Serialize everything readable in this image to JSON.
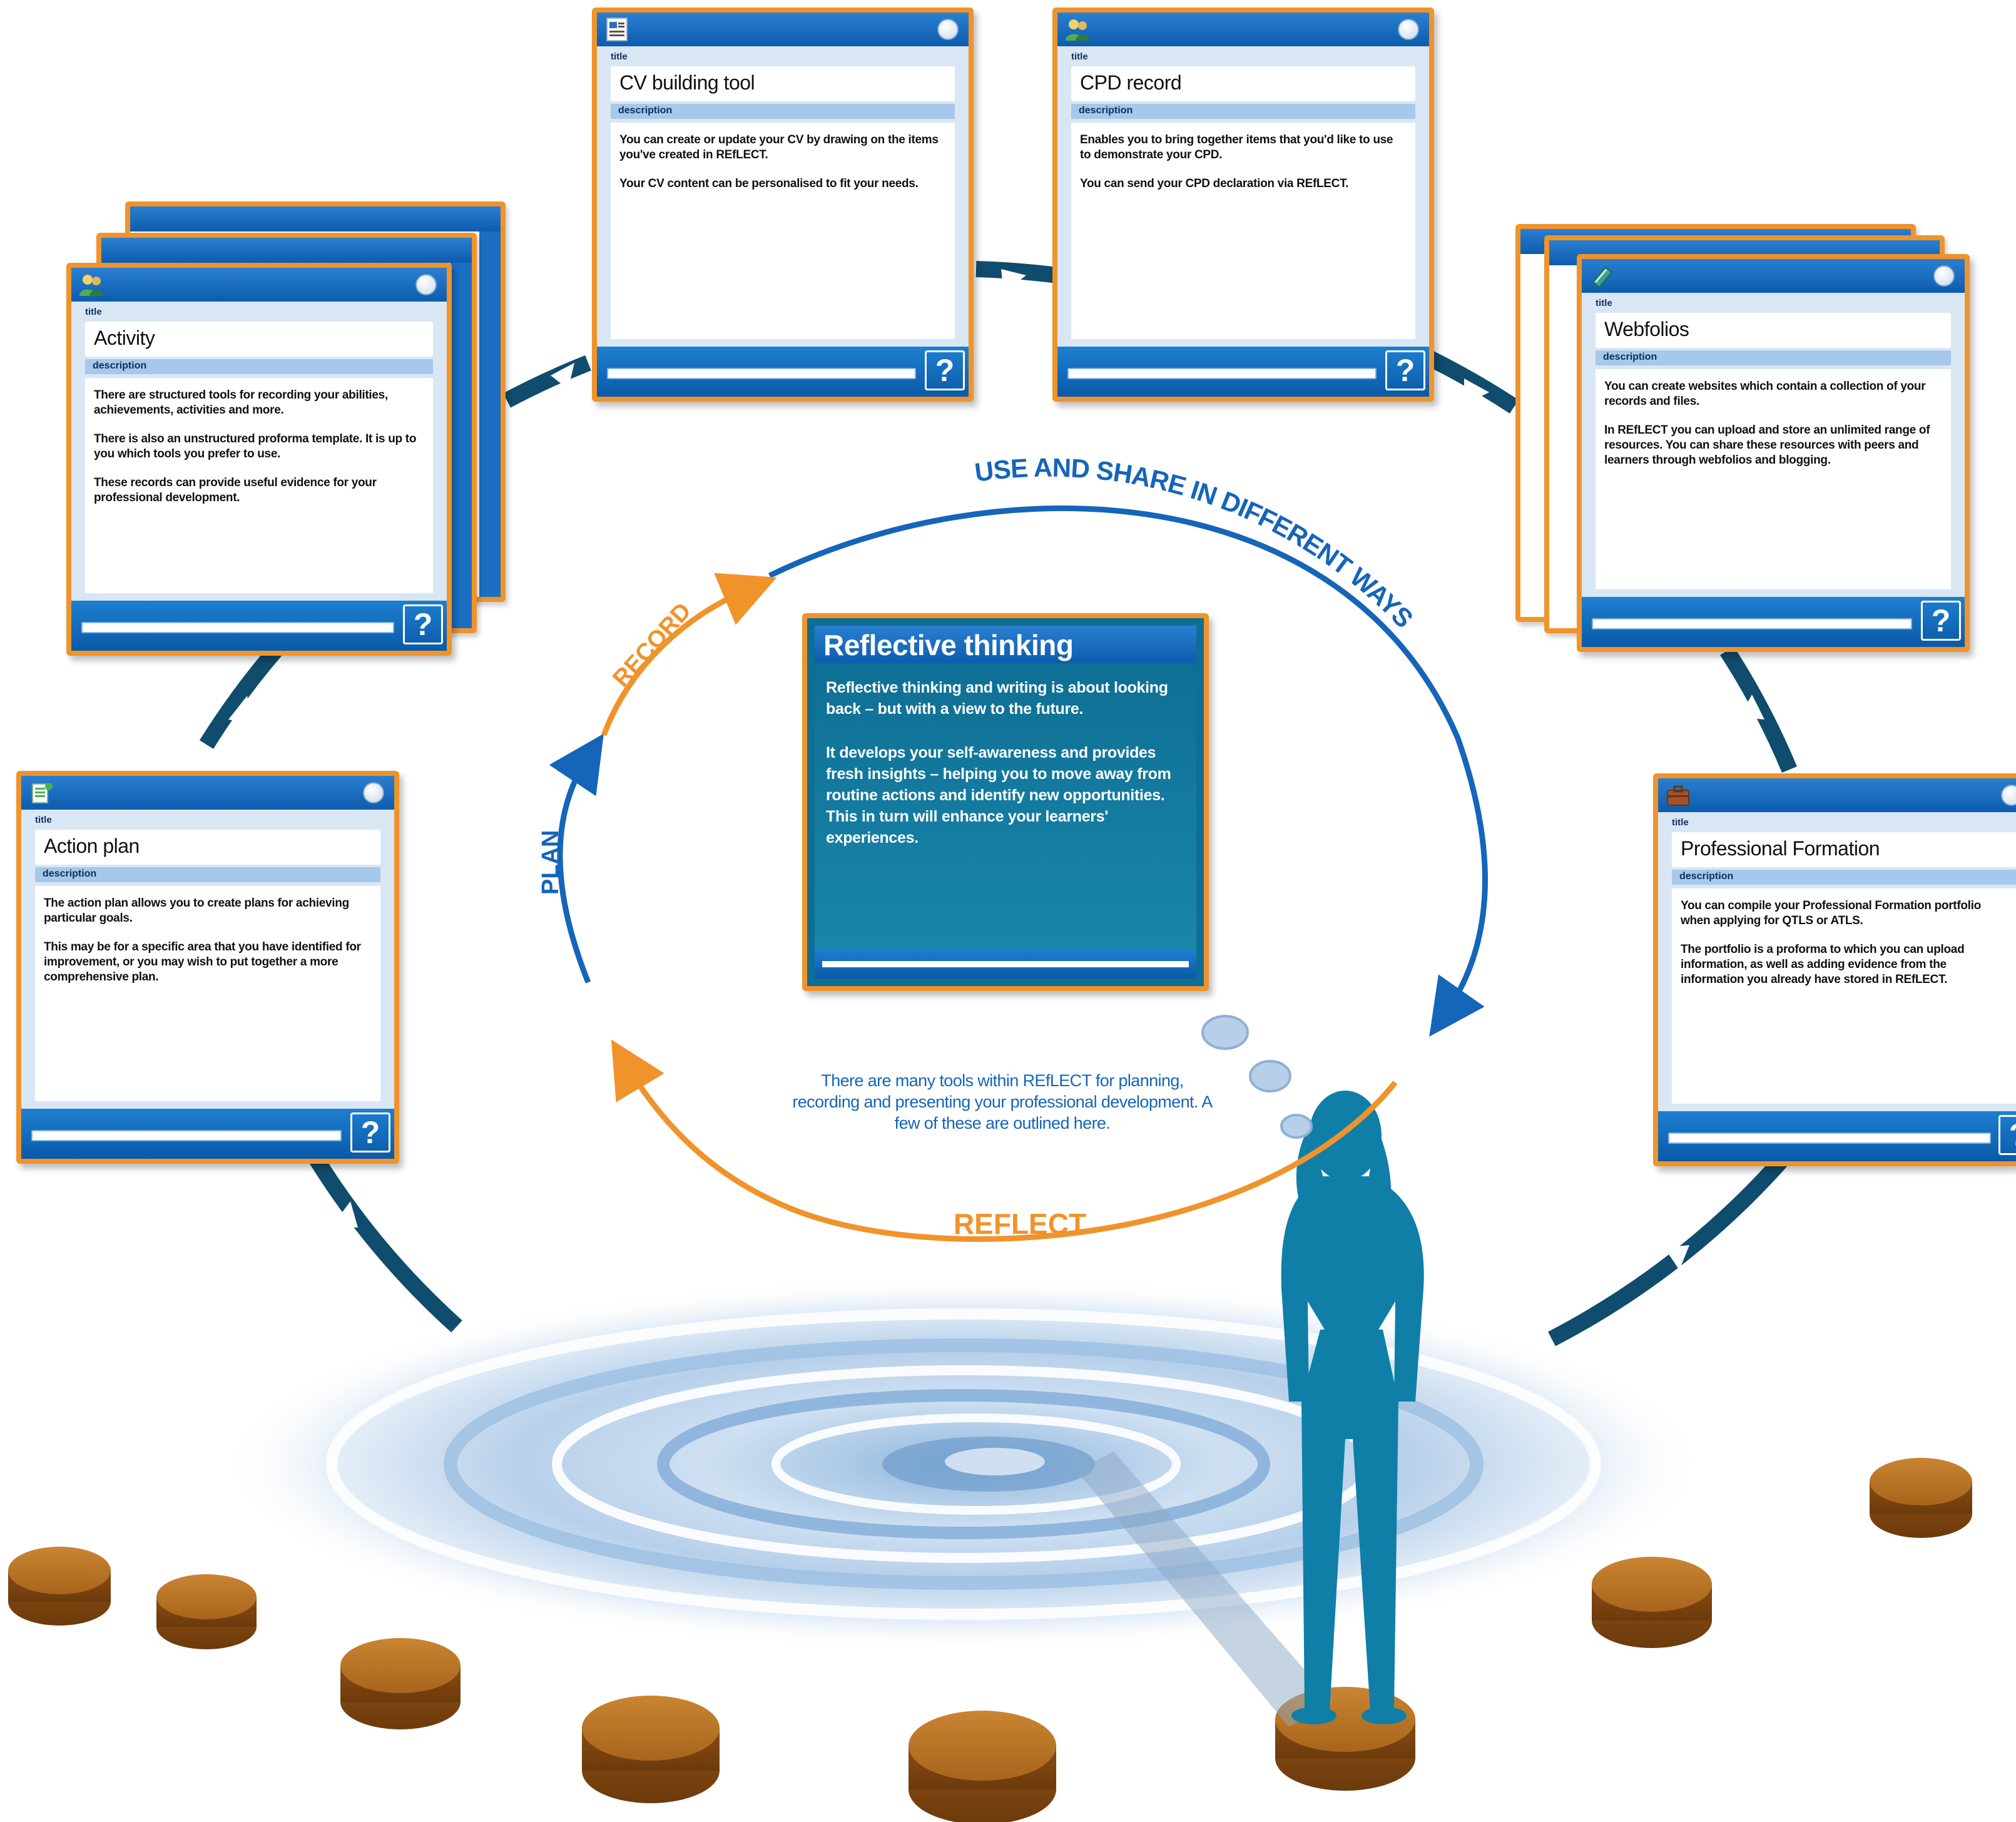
{
  "colors": {
    "accent_orange": "#f0932b",
    "accent_blue": "#1565b9",
    "dark_teal": "#0f4c6e",
    "figure": "#0f7fa8"
  },
  "labels": {
    "title_field": "title",
    "description_field": "description",
    "help": "?"
  },
  "cards": [
    {
      "title": "Activity",
      "icon": "people-icon",
      "description": [
        "There are structured tools for recording your abilities, achievements, activities and more.",
        "There is also an unstructured proforma template. It is up to you which tools you prefer to use.",
        "These records can provide useful evidence for your professional development."
      ]
    },
    {
      "title": "CV building tool",
      "icon": "document-icon",
      "description": [
        "You can create or update your CV by drawing on the items you've created in REfLECT.",
        "Your CV content can be personalised to fit your needs."
      ]
    },
    {
      "title": "CPD record",
      "icon": "people-icon",
      "description": [
        "Enables you to bring together items that you'd like to use to demonstrate your CPD.",
        "You can send your CPD declaration via REfLECT."
      ]
    },
    {
      "title": "Webfolios",
      "icon": "book-icon",
      "description": [
        "You can create websites which contain a collection of your records and files.",
        "In REfLECT you can upload and store an unlimited range of resources. You can share these resources with peers and learners through webfolios and blogging."
      ]
    },
    {
      "title": "Action plan",
      "icon": "clipboard-icon",
      "description": [
        "The action plan allows you to create plans for achieving particular goals.",
        "This may be for a specific area that you have identified for improvement, or you may wish to put together a more comprehensive plan."
      ]
    },
    {
      "title": "Professional Formation",
      "icon": "briefcase-icon",
      "description": [
        "You can compile your Professional Formation portfolio when applying for QTLS or ATLS.",
        "The portfolio is a proforma to which you can upload information, as well as adding evidence from the information you already have stored in REfLECT."
      ]
    }
  ],
  "center": {
    "title": "Reflective thinking",
    "paragraphs": [
      "Reflective thinking and writing is about looking back – but with a view to the future.",
      "It develops your self-awareness and provides fresh insights – helping you to move away from routine actions and identify new opportunities. This in turn will enhance your learners' experiences."
    ]
  },
  "cycle": {
    "use_share": "USE AND SHARE IN DIFFERENT WAYS",
    "record": "RECORD",
    "plan": "PLAN",
    "reflect": "REFLECT"
  },
  "note": "There are many tools within REfLECT for planning, recording and presenting your professional development. A few of these are outlined here."
}
